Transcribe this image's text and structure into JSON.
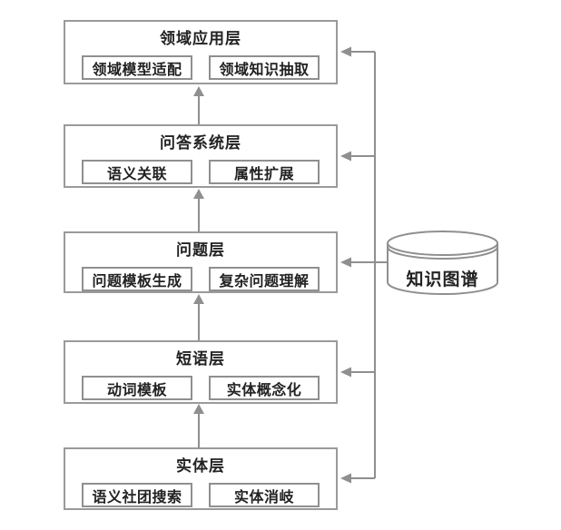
{
  "diagram": {
    "layers": [
      {
        "title": "领域应用层",
        "items": [
          "领域模型适配",
          "领域知识抽取"
        ]
      },
      {
        "title": "问答系统层",
        "items": [
          "语义关联",
          "属性扩展"
        ]
      },
      {
        "title": "问题层",
        "items": [
          "问题模板生成",
          "复杂问题理解"
        ]
      },
      {
        "title": "短语层",
        "items": [
          "动词模板",
          "实体概念化"
        ]
      },
      {
        "title": "实体层",
        "items": [
          "语义社团搜索",
          "实体消岐"
        ]
      }
    ],
    "database": {
      "label": "知识图谱"
    },
    "colors": {
      "line": "#8f8f8f",
      "box_border": "#9a9a9a",
      "text": "#222222",
      "background": "#ffffff"
    }
  }
}
